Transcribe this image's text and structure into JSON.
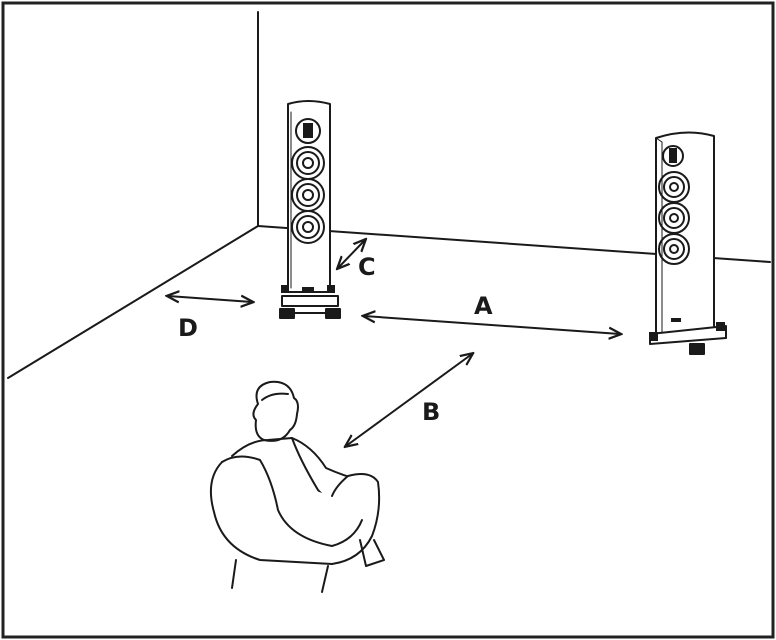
{
  "labels": {
    "a": "A",
    "b": "B",
    "c": "C",
    "d": "D"
  },
  "icons": [
    "speaker-left-icon",
    "speaker-right-icon",
    "listener-in-armchair-icon"
  ],
  "colors": {
    "ink": "#1a1a1a",
    "background": "#ffffff",
    "frame": "#222222"
  }
}
